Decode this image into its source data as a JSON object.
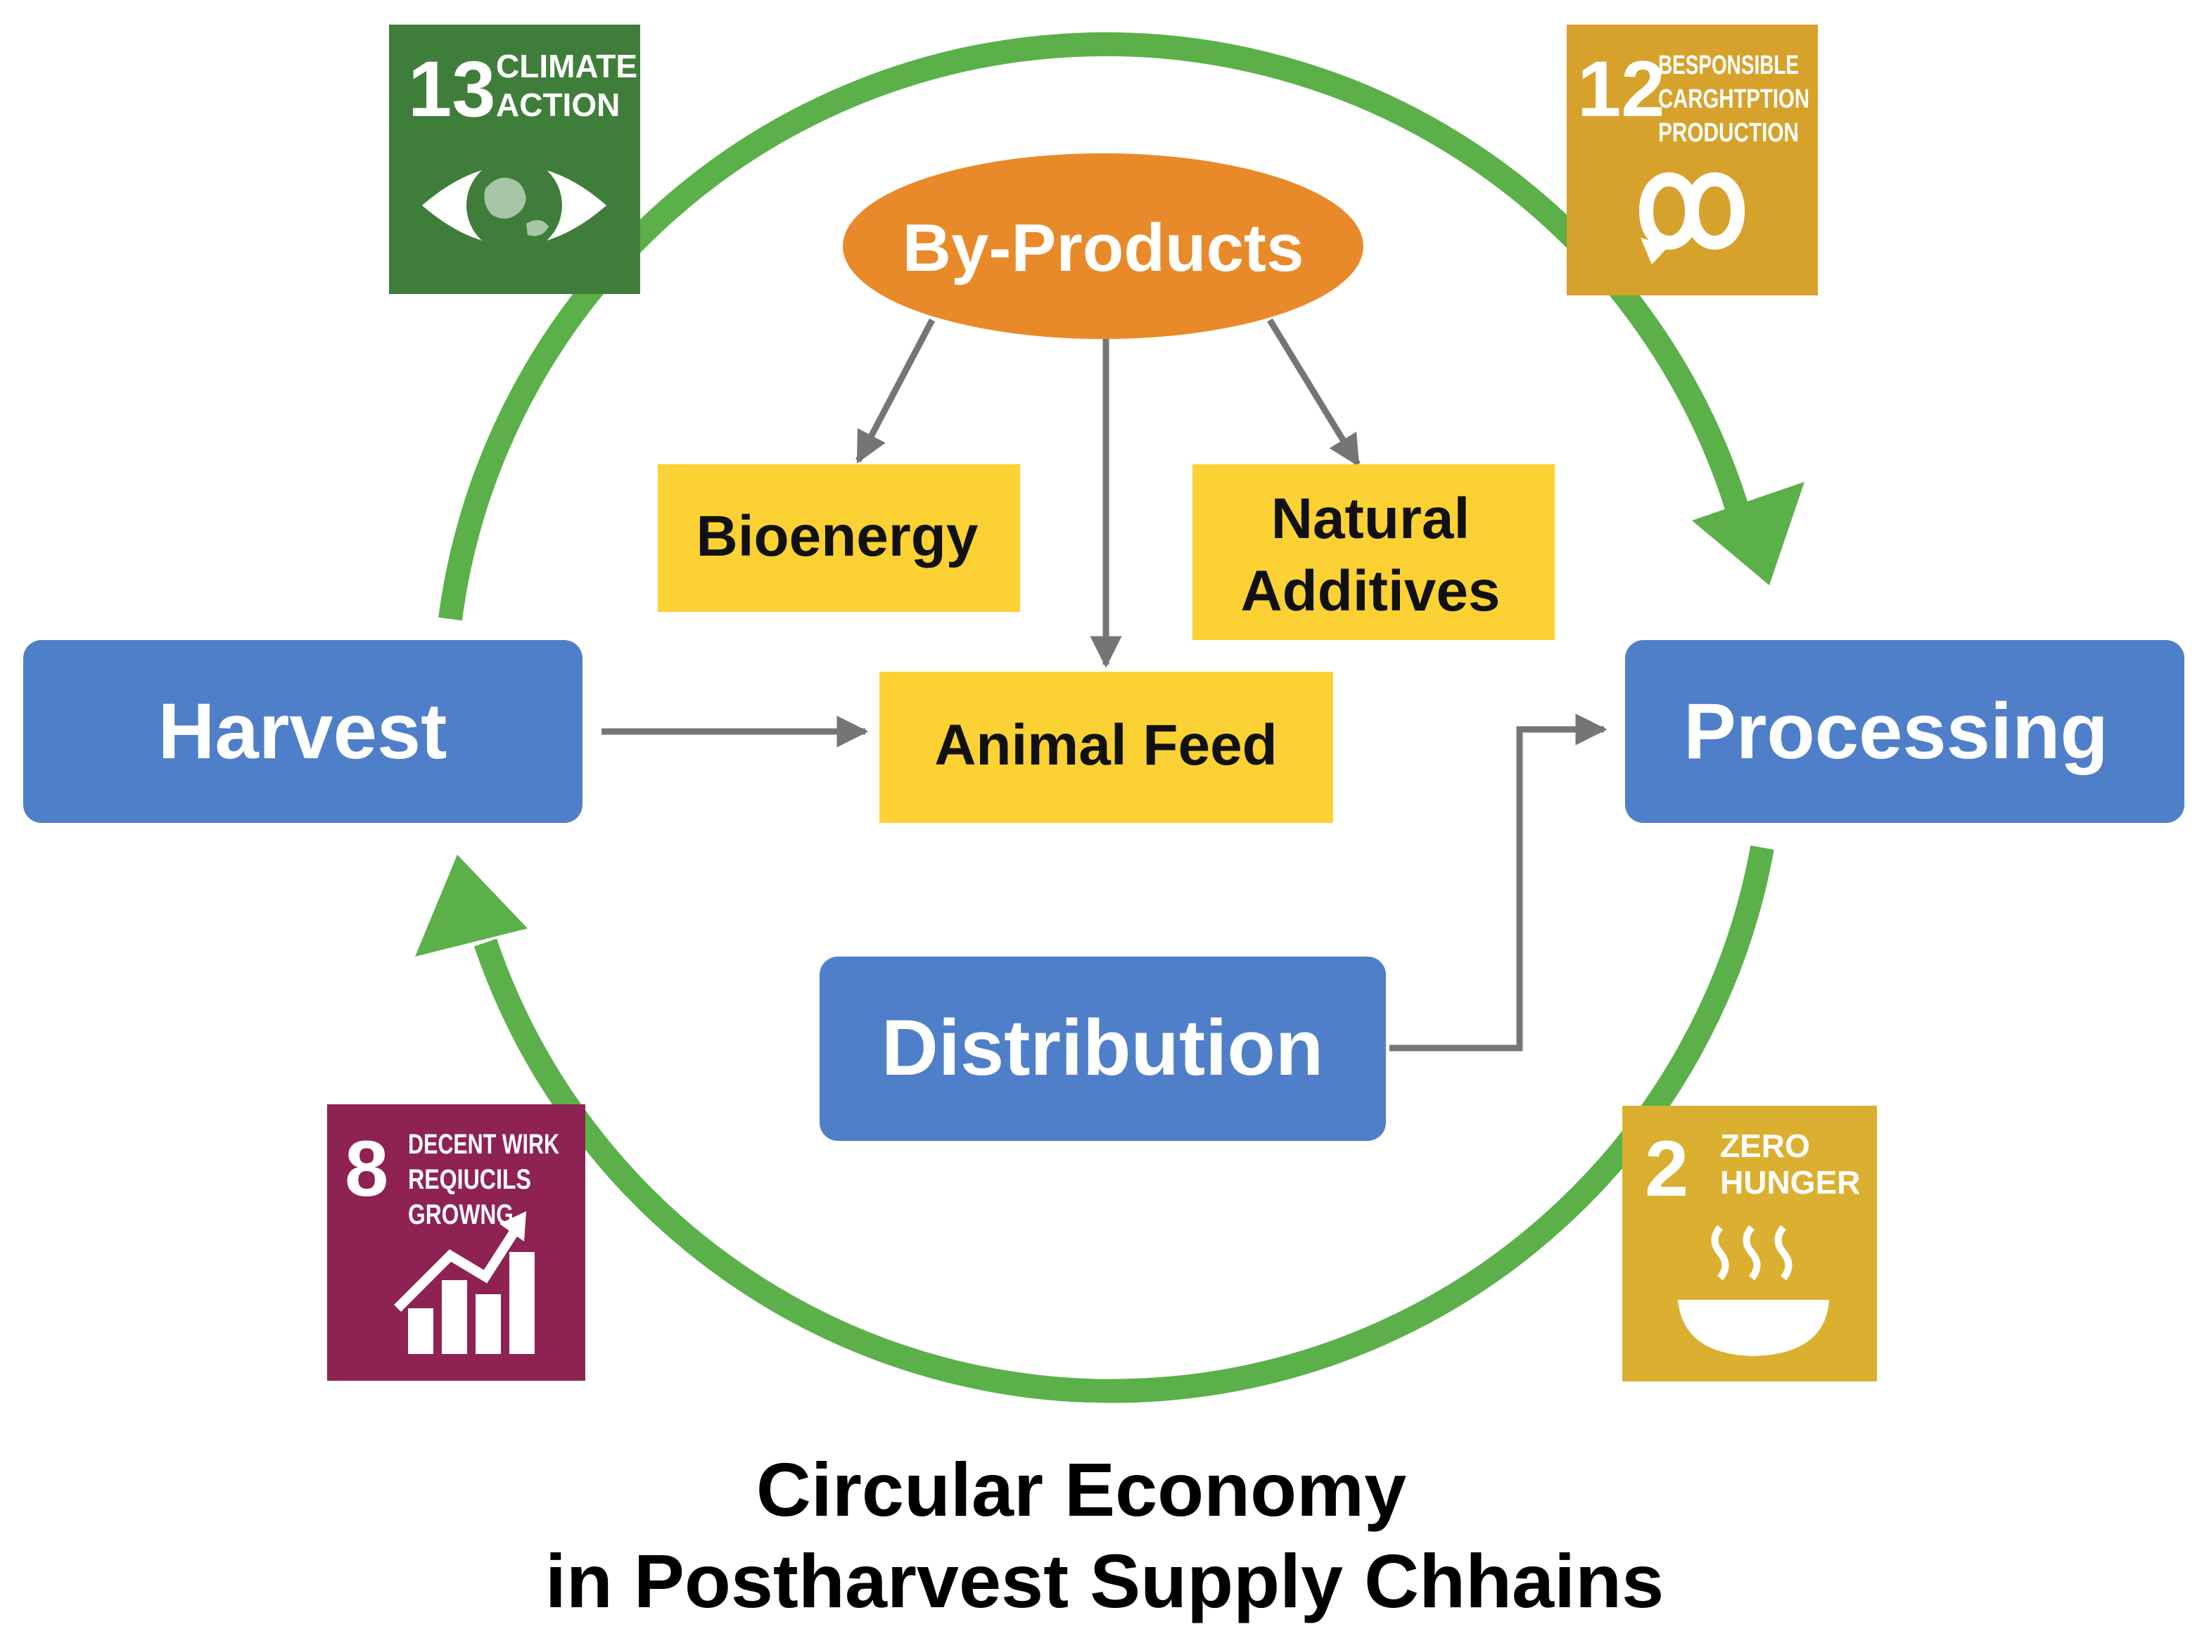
{
  "colors": {
    "cycle_green": "#5bb04a",
    "stage_blue": "#4f7fc8",
    "output_yellow": "#fbd133",
    "byproducts_orange": "#e98a2a",
    "connector_gray": "#757575",
    "sdg13_green": "#3f7e3a",
    "sdg12_gold": "#d7a22c",
    "sdg8_maroon": "#8e2253",
    "sdg2_gold": "#dbb030"
  },
  "stages": {
    "harvest": "Harvest",
    "processing": "Processing",
    "distribution": "Distribution"
  },
  "byproducts": {
    "label": "By-Products",
    "outputs": {
      "bioenergy": "Bioenergy",
      "natural_additives_line1": "Natural",
      "natural_additives_line2": "Additives",
      "animal_feed": "Animal Feed"
    }
  },
  "sdg_tiles": {
    "sdg13": {
      "number": "13",
      "line1": "CLIMATE",
      "line2": "ACTION",
      "icon": "eye-globe-icon"
    },
    "sdg12": {
      "number": "12",
      "line1": "BESPONSIBLE",
      "line2": "CARGHTPTION",
      "line3": "PRODUCTION",
      "icon": "infinity-icon"
    },
    "sdg8": {
      "number": "8",
      "line1": "DECENT WIRK",
      "line2": "REQIUCILS",
      "line3": "GROWNG",
      "icon": "growth-chart-icon"
    },
    "sdg2": {
      "number": "2",
      "line1": "ZERO",
      "line2": "HUNGER",
      "icon": "steaming-bowl-icon"
    }
  },
  "title": {
    "line1": "Circular Economy",
    "line2": "in Postharvest Supply Chhains"
  }
}
